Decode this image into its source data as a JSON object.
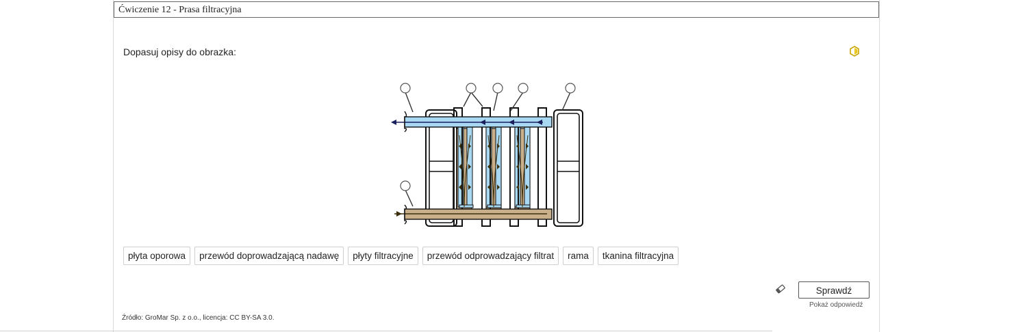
{
  "exercise": {
    "title": "Ćwiczenie 12 - Prasa filtracyjna",
    "instruction": "Dopasuj opisy do obrazka:",
    "hint_icon": "hint-icon",
    "labels": [
      "płyta oporowa",
      "przewód doprowadzającą nadawę",
      "płyty filtracyjne",
      "przewód odprowadzający filtrat",
      "rama",
      "tkanina filtracyjna"
    ],
    "check_label": "Sprawdź",
    "show_answer_label": "Pokaż odpowiedź",
    "eraser_icon": "eraser-icon",
    "source": "Źródło: GroMar Sp. z o.o., licencja: CC BY-SA 3.0."
  },
  "colors": {
    "filtrate_blue": "#a9d8f2",
    "feed_tan": "#c9b08a",
    "arrow_navy": "#1a1f5e",
    "hint_gold": "#c9a500"
  }
}
